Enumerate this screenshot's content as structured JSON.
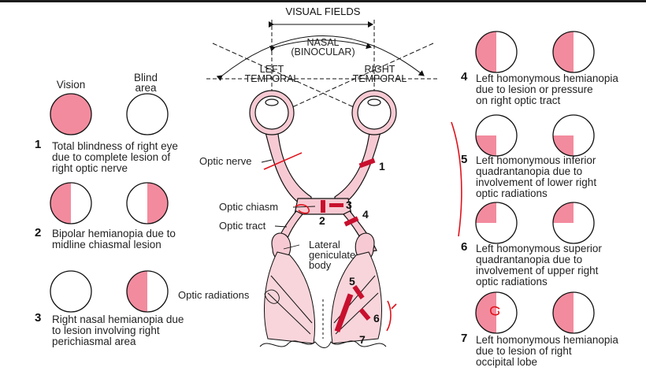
{
  "colors": {
    "blind": "#f38b9e",
    "outline": "#111111",
    "pathway_fill": "#f7cad3",
    "radiation_fill": "#f8d5db",
    "lesion": "#c8102e",
    "annotation": "#e0121b"
  },
  "headers": {
    "vision": "Vision",
    "blind_line1": "Blind",
    "blind_line2": "area"
  },
  "visual_fields": {
    "title": "VISUAL FIELDS",
    "nasal": "NASAL",
    "binocular": "(BINOCULAR)",
    "left_temporal_1": "LEFT",
    "left_temporal_2": "TEMPORAL",
    "right_temporal_1": "RIGHT",
    "right_temporal_2": "TEMPORAL"
  },
  "anatomy": {
    "optic_nerve": "Optic nerve",
    "optic_chiasm": "Optic chiasm",
    "optic_tract": "Optic tract",
    "lgb_1": "Lateral",
    "lgb_2": "geniculate",
    "lgb_3": "body",
    "optic_radiations": "Optic radiations"
  },
  "lesion_numbers": [
    "1",
    "2",
    "3",
    "4",
    "5",
    "6",
    "7"
  ],
  "lesions": [
    {
      "number": "1",
      "lines": [
        "Total blindness of right eye",
        "due to complete lesion of",
        "right optic nerve"
      ],
      "left_field": "full-blind",
      "right_field": "normal"
    },
    {
      "number": "2",
      "lines": [
        "Bipolar hemianopia due to",
        "midline chiasmal lesion"
      ],
      "left_field": "left-half",
      "right_field": "right-half"
    },
    {
      "number": "3",
      "lines": [
        "Right nasal hemianopia due",
        "to lesion involving right",
        "perichiasmal area"
      ],
      "left_field": "normal",
      "right_field": "left-half"
    },
    {
      "number": "4",
      "lines": [
        "Left homonymous hemianopia",
        "due to lesion or pressure",
        "on right optic tract"
      ],
      "left_field": "left-half",
      "right_field": "left-half"
    },
    {
      "number": "5",
      "lines": [
        "Left homonymous inferior",
        "quadrantanopia due to",
        "involvement of lower right",
        "optic radiations"
      ],
      "left_field": "lower-left-quadrant",
      "right_field": "lower-left-quadrant"
    },
    {
      "number": "6",
      "lines": [
        "Left homonymous superior",
        "quadrantanopia due to",
        "involvement of upper right",
        "optic radiations"
      ],
      "left_field": "upper-left-quadrant",
      "right_field": "upper-left-quadrant"
    },
    {
      "number": "7",
      "lines": [
        "Left homonymous hemianopia",
        "due to lesion of right",
        "occipital lobe"
      ],
      "left_field": "left-half",
      "right_field": "left-half"
    }
  ]
}
